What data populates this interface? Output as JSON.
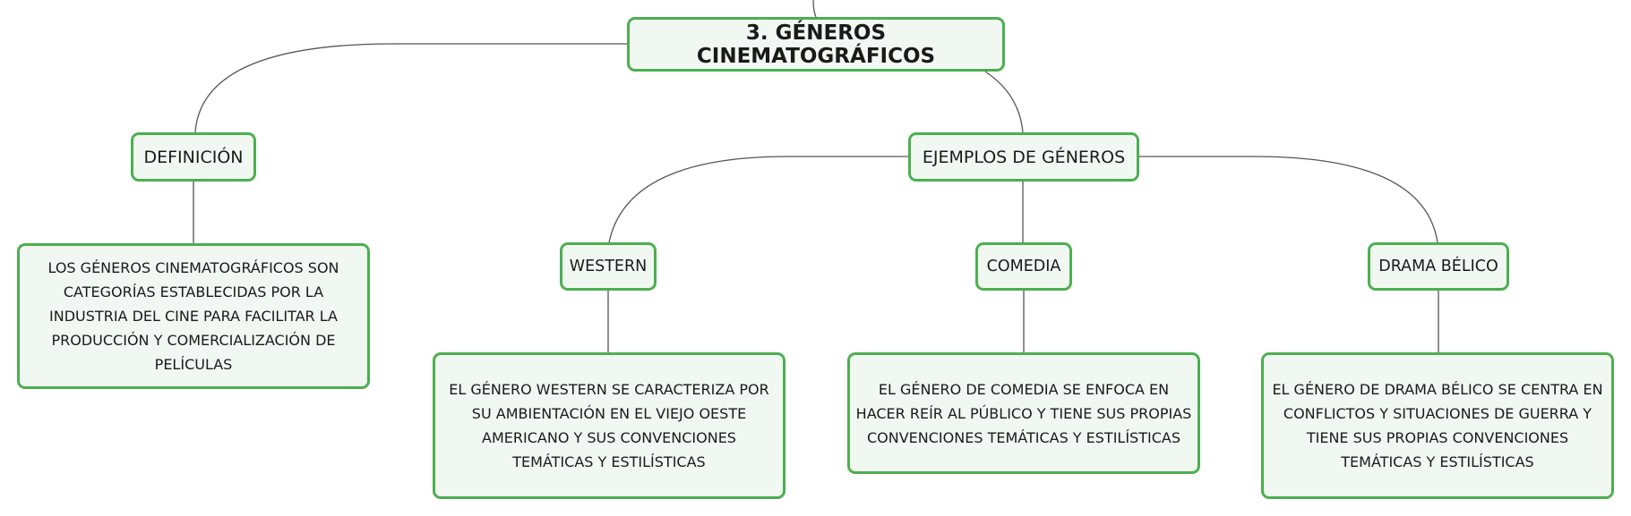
{
  "diagram": {
    "root": "3. GÉNEROS CINEMATOGRÁFICOS",
    "definition": {
      "label": "DEFINICIÓN",
      "text": "LOS GÉNEROS CINEMATOGRÁFICOS SON CATEGORÍAS ESTABLECIDAS POR LA INDUSTRIA DEL CINE PARA FACILITAR LA PRODUCCIÓN Y COMERCIALIZACIÓN DE PELÍCULAS"
    },
    "examples": {
      "label": "EJEMPLOS DE GÉNEROS",
      "items": [
        {
          "label": "WESTERN",
          "text": "EL GÉNERO WESTERN SE CARACTERIZA POR SU AMBIENTACIÓN EN EL VIEJO OESTE AMERICANO Y SUS CONVENCIONES TEMÁTICAS Y ESTILÍSTICAS"
        },
        {
          "label": "COMEDIA",
          "text": "EL GÉNERO DE COMEDIA SE ENFOCA EN HACER REÍR AL PÚBLICO Y TIENE SUS PROPIAS CONVENCIONES TEMÁTICAS Y ESTILÍSTICAS"
        },
        {
          "label": "DRAMA BÉLICO",
          "text": "EL GÉNERO DE DRAMA BÉLICO SE CENTRA EN CONFLICTOS Y SITUACIONES DE GUERRA Y TIENE SUS PROPIAS CONVENCIONES TEMÁTICAS Y ESTILÍSTICAS"
        }
      ]
    }
  },
  "colors": {
    "node_border": "#4CAF50",
    "node_fill": "#f1f8f1",
    "connector": "#555555",
    "text": "#1a1a1a"
  }
}
